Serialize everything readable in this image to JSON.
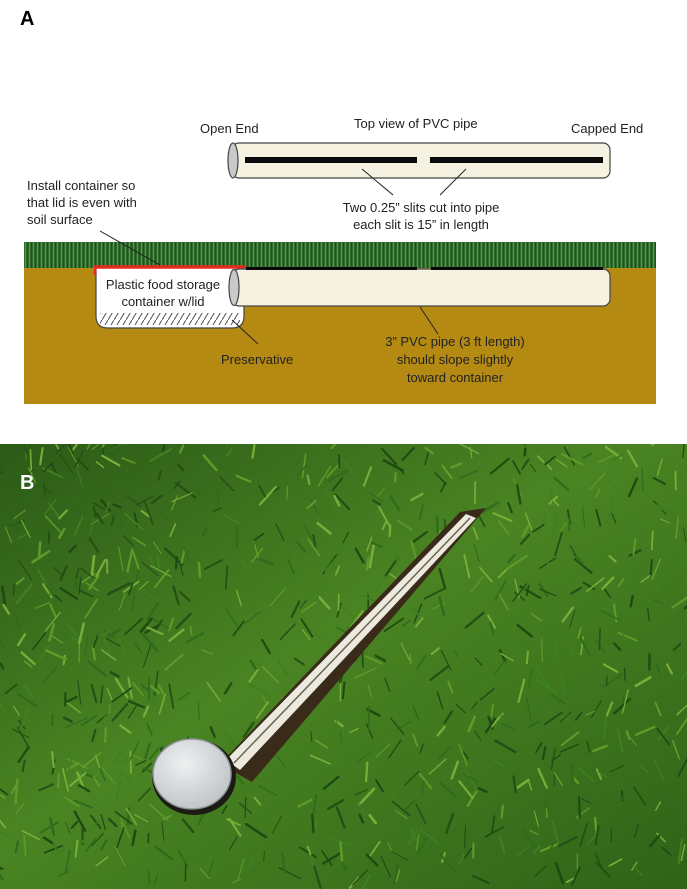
{
  "panel_a": {
    "letter": "A",
    "labels": {
      "open_end": "Open End",
      "top_view": "Top view of PVC pipe",
      "capped_end": "Capped End",
      "install_line1": "Install container so",
      "install_line2": "that lid is even with",
      "install_line3": "soil surface",
      "slits_line1": "Two 0.25” slits cut into pipe",
      "slits_line2": "each slit is 15” in length",
      "container_line1": "Plastic food storage",
      "container_line2": "container w/lid",
      "preservative": "Preservative",
      "pipe_line1": "3” PVC pipe (3 ft length)",
      "pipe_line2": "should slope slightly",
      "pipe_line3": "toward container"
    },
    "colors": {
      "soil": "#b58a12",
      "grass": "#2f6b2a",
      "pipe": "#f5f2e2",
      "lid": "#e52b1e",
      "slit": "#0a0a0a"
    }
  },
  "panel_b": {
    "letter": "B",
    "colors": {
      "grass_dark": "#1f4a12",
      "grass_light": "#5f9a2a",
      "pipe": "#eceadf",
      "lid": "#d9dcde"
    }
  }
}
